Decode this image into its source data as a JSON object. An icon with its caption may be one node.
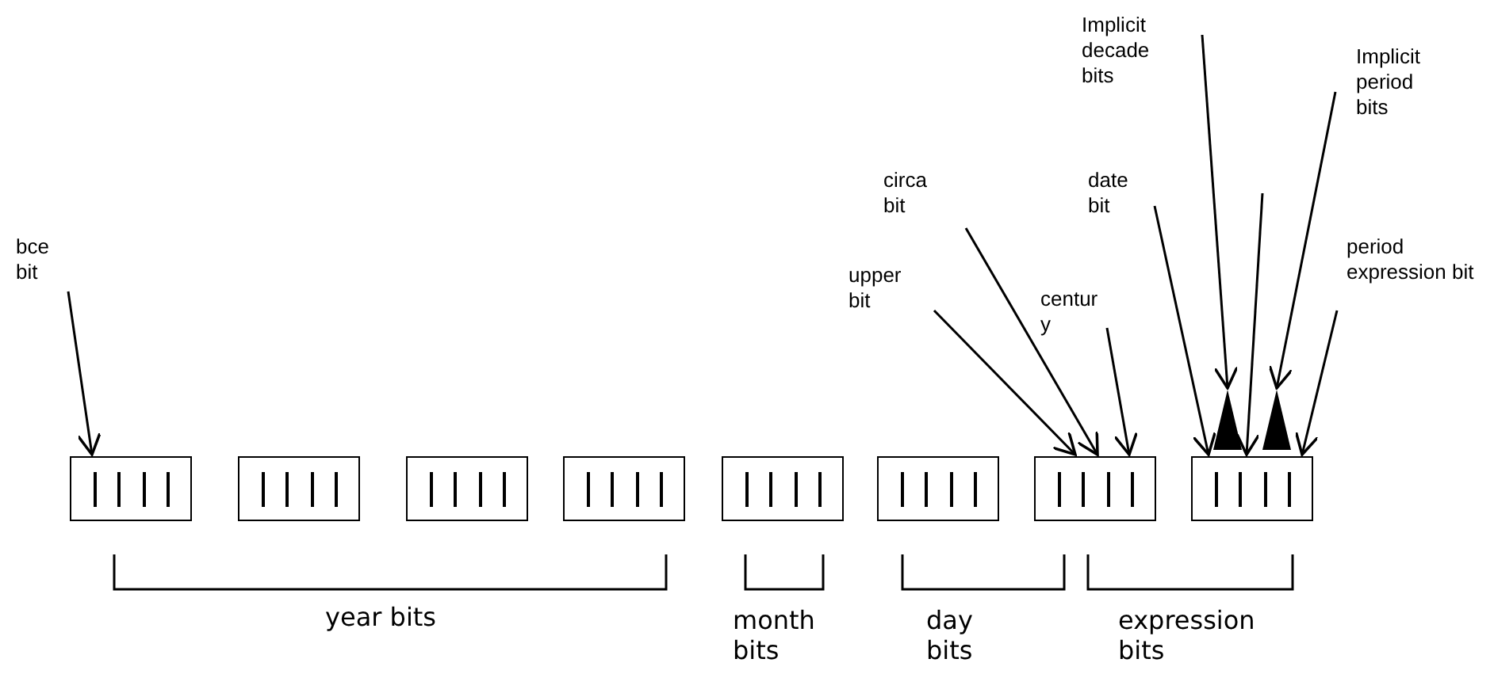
{
  "diagram": {
    "nodes": [
      {
        "text": [
          "Implicit decade bits"
        ]
      },
      {
        "text": [
          "Implicit period bits"
        ]
      },
      {
        "text": [
          "circa bit"
        ]
      },
      {
        "text": [
          "date bit"
        ]
      },
      {
        "text": [
          "bce bit"
        ]
      },
      {
        "text": [
          "upper bit"
        ]
      },
      {
        "text": [
          "century"
        ]
      },
      {
        "text": [
          "period expression bit"
        ]
      },
      {
        "text": [],
        "shape": "box"
      },
      {
        "text": [],
        "shape": "box"
      },
      {
        "text": [],
        "shape": "box"
      },
      {
        "text": [],
        "shape": "box"
      },
      {
        "text": [],
        "shape": "box"
      },
      {
        "text": [],
        "shape": "box"
      },
      {
        "text": [],
        "shape": "box"
      },
      {
        "text": [],
        "shape": "box"
      },
      {
        "text": [],
        "shape": "triangle"
      },
      {
        "text": [],
        "shape": "triangle"
      }
    ],
    "edges": [
      {
        "from": 4,
        "to": 8,
        "arrow": "to"
      },
      {
        "from": 5,
        "to": 14,
        "arrow": "to"
      },
      {
        "from": 2,
        "to": 14,
        "arrow": "to"
      },
      {
        "from": 6,
        "to": 14,
        "arrow": "to"
      },
      {
        "from": 3,
        "to": 15,
        "arrow": "to"
      },
      {
        "from": 0,
        "to": 16,
        "arrow": "to"
      },
      {
        "from": null,
        "to": 15,
        "arrow": "to"
      },
      {
        "from": 1,
        "to": 17,
        "arrow": "to"
      },
      {
        "from": 7,
        "to": 15,
        "arrow": "to"
      }
    ],
    "labels": [
      "year bits",
      "month bits",
      "day bits",
      "expression bits"
    ]
  }
}
